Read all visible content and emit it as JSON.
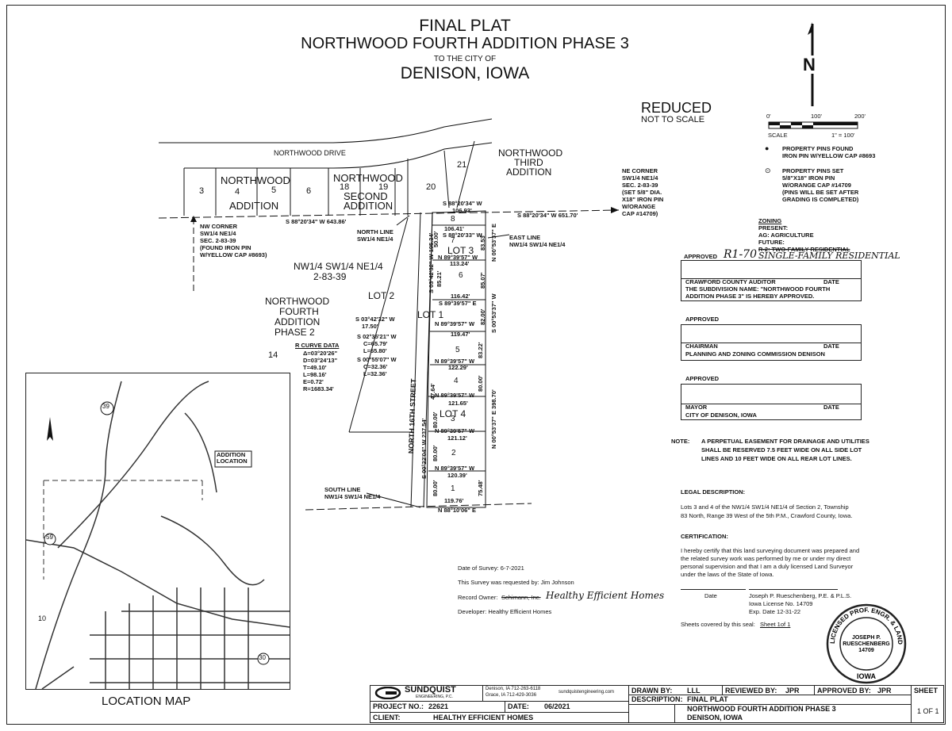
{
  "header": {
    "line1": "FINAL PLAT",
    "line2": "NORTHWOOD FOURTH ADDITION PHASE 3",
    "line3": "TO THE CITY OF",
    "line4": "DENISON, IOWA"
  },
  "scale_note": {
    "reduced": "REDUCED",
    "not_to_scale": "NOT TO SCALE"
  },
  "scale_bar": {
    "t0": "0'",
    "t1": "100'",
    "t2": "200'",
    "scale": "SCALE",
    "ratio": "1\" = 100'",
    "north": "N"
  },
  "legend": [
    {
      "symbol": "●",
      "text1": "PROPERTY PINS FOUND",
      "text2": "IRON PIN W/YELLOW CAP #8693"
    },
    {
      "symbol": "⊙",
      "text1": "PROPERTY PINS SET",
      "text2": "5/8\"X18\" IRON PIN",
      "text3": "W/ORANGE CAP #14709",
      "text4": "(PINS WILL BE SET AFTER",
      "text5": "GRADING IS COMPLETED)"
    }
  ],
  "zoning": {
    "title": "ZONING",
    "present": "PRESENT:",
    "present_val": "AG: AGRICULTURE",
    "future": "FUTURE:",
    "future_struck": "R-2: TWO-FAMILY RESIDENTIAL",
    "approved_label": "APPROVED",
    "approved_hand": "R1-70",
    "approved_hand2": "SINGLE-FAMILY RESIDENTIAL"
  },
  "auditor_box": {
    "title": "CRAWFORD COUNTY AUDITOR",
    "date": "DATE",
    "text1": "THE SUBDIVISION NAME: \"NORTHWOOD FOURTH",
    "text2": "ADDITION PHASE 3\" IS HEREBY APPROVED."
  },
  "pz_box": {
    "approved": "APPROVED",
    "role": "CHAIRMAN",
    "date": "DATE",
    "org": "PLANNING AND ZONING COMMISSION  DENISON"
  },
  "mayor_box": {
    "approved": "APPROVED",
    "role": "MAYOR",
    "date": "DATE",
    "org": "CITY OF DENISON, IOWA"
  },
  "note": {
    "label": "NOTE:",
    "line1": "A PERPETUAL EASEMENT FOR DRAINAGE AND UTILITIES",
    "line2": "SHALL BE RESERVED 7.5 FEET WIDE ON ALL SIDE LOT",
    "line3": "LINES AND 10 FEET WIDE ON ALL REAR LOT LINES."
  },
  "legal": {
    "title": "LEGAL DESCRIPTION:",
    "line1": "Lots 3 and 4 of the NW1/4 SW1/4 NE1/4 of Section 2, Township",
    "line2": "83 North, Range 39 West of the 5th P.M., Crawford County, Iowa."
  },
  "certification": {
    "title": "CERTIFICATION:",
    "line1": "I hereby certify that this land surveying document was prepared and",
    "line2": "the related survey work was performed by me or under my direct",
    "line3": "personal supervision and that I am a duly licensed Land Surveyor",
    "line4": "under the laws of the State of Iowa.",
    "date": "Date",
    "name": "Joseph P. Rueschenberg, P.E. & P.L.S.",
    "license": "Iowa License No. 14709",
    "exp": "Exp. Date 12-31-22",
    "sheets_label": "Sheets covered by this seal:",
    "sheets_val": "Sheet 1of 1"
  },
  "seal": {
    "ring": "LICENSED PROF. ENGR. & LAND SURVEYOR",
    "name1": "JOSEPH P.",
    "name2": "RUESCHENBERG",
    "num": "14709",
    "state": "IOWA"
  },
  "survey_info": {
    "date": "Date of Survey: 6-7-2021",
    "requested": "This Survey was requested by: Jim Johnson",
    "owner_label": "Record Owner:",
    "owner_struck": "Schimann, Inc.",
    "owner_hand": "Healthy Efficient Homes",
    "developer": "Developer: Healthy Efficient Homes"
  },
  "map": {
    "street_top": "NORTHWOOD DRIVE",
    "nw_addition": "NORTHWOOD",
    "nw_addition2": "ADDITION",
    "second": "SECOND",
    "second2": "ADDITION",
    "third1": "NORTHWOOD",
    "third2": "THIRD",
    "third3": "ADDITION",
    "lots_top": [
      "3",
      "4",
      "5",
      "6",
      "18",
      "19",
      "20",
      "21"
    ],
    "nw_corner": [
      "NW CORNER",
      "SW1/4 NE1/4",
      "SEC. 2-83-39",
      "(FOUND IRON PIN",
      "W/YELLOW CAP #8693)"
    ],
    "ne_corner": [
      "NE CORNER",
      "SW1/4 NE1/4",
      "SEC. 2-83-39",
      "(SET 5/8\" DIA.",
      "X18\" IRON PIN",
      "W/ORANGE",
      "CAP #14709)"
    ],
    "north_line": [
      "NORTH LINE",
      "SW1/4 NE1/4"
    ],
    "east_line": [
      "EAST LINE",
      "NW1/4 SW1/4 NE1/4"
    ],
    "south_line": [
      "SOUTH LINE",
      "NW1/4 SW1/4 NE1/4"
    ],
    "bearing_top_left": "S 88°20'34\" W  643.86'",
    "bearing_top_right": "S 88°20'34\" W  651.70'",
    "bearing_lot8": "S 88°20'34\" W",
    "lot8_len": "106.93'",
    "quarter": "NW1/4 SW1/4 NE1/4",
    "section": "2-83-39",
    "phase2_1": "NORTHWOOD",
    "phase2_2": "FOURTH",
    "phase2_3": "ADDITION",
    "phase2_4": "PHASE  2",
    "lot2": "LOT  2",
    "lot1": "LOT  1",
    "lot3": "LOT  3",
    "lot4": "LOT  4",
    "lot14": "14",
    "street": "NORTH 16TH STREET",
    "curve_title": "R CURVE DATA",
    "curve": [
      "Δ=03°20'26\"",
      "D=03°24'13\"",
      "T=49.10'",
      "L=98.16'",
      "E=0.72'",
      "R=1683.34'"
    ],
    "b_s03": [
      "S 03°42'32\" W",
      "17.50'"
    ],
    "b_s02": [
      "S 02°35'21\" W",
      "C=65.79'",
      "L=65.80'"
    ],
    "b_s00": [
      "S 00°55'07\" W",
      "C=32.36'",
      "L=32.36'"
    ],
    "sublots": [
      "8",
      "7",
      "6",
      "5",
      "4",
      "3",
      "2",
      "1"
    ],
    "widths": [
      "106.41'",
      "113.24'",
      "116.42'",
      "119.47'",
      "122.29'",
      "121.65'",
      "121.12'",
      "120.39'",
      "119.76'"
    ],
    "bearings_in": [
      "S 88°20'33\" W",
      "N 89°39'57\" W",
      "S 89°39'57\" E",
      "N 89°39'57\" W",
      "N 89°39'57\" W",
      "N 89°39'57\" W",
      "N 89°39'57\" W",
      "N 89°39'57\" W"
    ],
    "bottom_bearing": "N 88°10'06\" E",
    "east_bearing1": "N 00°53'37\" E",
    "east_bearing2": "S 00°53'37\" W",
    "east_bearing3": "N 00°53'37\" E  398.70'",
    "west_bearing": "S 00°22'04\" W  237.54'",
    "west_bearing2": "S 03°42'32\" W  195.34'",
    "dims": [
      "50.00'",
      "83.53'",
      "85.21'",
      "85.07'",
      "82.00'",
      "83.22'",
      "80.00'",
      "47.64'",
      "80.00'",
      "80.00'",
      "80.00'",
      "75.48'"
    ]
  },
  "location_map": {
    "title": "LOCATION MAP",
    "addition_label1": "ADDITION",
    "addition_label2": "LOCATION",
    "route39": "39",
    "route59": "59",
    "route30": "30",
    "ten": "10"
  },
  "title_block": {
    "company": "SUNDQUIST",
    "company_sub": "ENGINEERING, P.C.",
    "addr1": "Denison, IA  712-263-6118",
    "addr2": "Grace, IA  712-429-3036",
    "web": "sundquistengineering.com",
    "project_label": "PROJECT NO.:",
    "project_val": "22621",
    "date_label": "DATE:",
    "date_val": "06/2021",
    "client_label": "CLIENT:",
    "client_val": "HEALTHY EFFICIENT HOMES",
    "drawn_label": "DRAWN BY:",
    "drawn_val": "LLL",
    "reviewed_label": "REVIEWED BY:",
    "reviewed_val": "JPR",
    "approved_label": "APPROVED BY:",
    "approved_val": "JPR",
    "sheet_label": "SHEET",
    "desc_label": "DESCRIPTION:",
    "desc_val": "FINAL PLAT",
    "desc2": "NORTHWOOD FOURTH ADDITION PHASE 3",
    "desc3": "DENISON, IOWA",
    "sheet_val": "1 OF 1"
  }
}
